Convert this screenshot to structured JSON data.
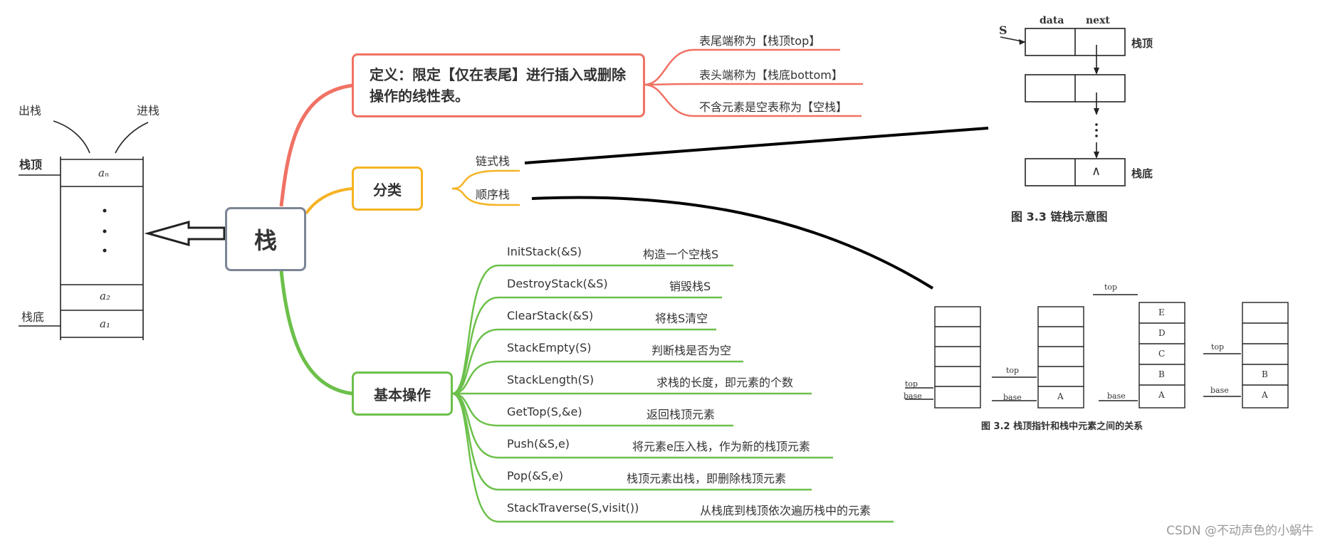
{
  "central": {
    "label": "栈"
  },
  "definition": {
    "label": "定义：限定【仅在表尾】进行插入或删除操作的线性表。",
    "children": [
      "表尾端称为【栈顶top】",
      "表头端称为【栈底bottom】",
      "不含元素是空表称为【空栈】"
    ],
    "color": "#f07264"
  },
  "classification": {
    "label": "分类",
    "children": [
      "链式栈",
      "顺序栈"
    ],
    "color": "#f5b324"
  },
  "operations": {
    "label": "基本操作",
    "color": "#6cc04a",
    "items": [
      {
        "name": "InitStack(&S)",
        "desc": "构造一个空栈S"
      },
      {
        "name": "DestroyStack(&S)",
        "desc": "销毁栈S"
      },
      {
        "name": "ClearStack(&S)",
        "desc": "将栈S清空"
      },
      {
        "name": "StackEmpty(S)",
        "desc": "判断栈是否为空"
      },
      {
        "name": "StackLength(S)",
        "desc": "求栈的长度，即元素的个数"
      },
      {
        "name": "GetTop(S,&e)",
        "desc": "返回栈顶元素"
      },
      {
        "name": "Push(&S,e)",
        "desc": "将元素e压入栈，作为新的栈顶元素"
      },
      {
        "name": "Pop(&S,e)",
        "desc": "栈顶元素出栈，即删除栈顶元素"
      },
      {
        "name": "StackTraverse(S,visit())",
        "desc": "从栈底到栈顶依次遍历栈中的元素"
      }
    ]
  },
  "stack_figure": {
    "out_label": "出栈",
    "in_label": "进栈",
    "top_label": "栈顶",
    "bottom_label": "栈底",
    "an": "aₙ",
    "a2": "a₂",
    "a1": "a₁"
  },
  "linked_figure": {
    "s_label": "S",
    "data_label": "data",
    "next_label": "next",
    "top_label": "栈顶",
    "bottom_label": "栈底",
    "null_symbol": "∧",
    "caption": "图 3.3  链栈示意图"
  },
  "seq_figure": {
    "top": "top",
    "base": "base",
    "a": "A",
    "b": "B",
    "c": "C",
    "d": "D",
    "e": "E",
    "caption": "图 3.2  栈顶指针和栈中元素之间的关系"
  },
  "watermark": "CSDN @不动声色的小蜗牛"
}
